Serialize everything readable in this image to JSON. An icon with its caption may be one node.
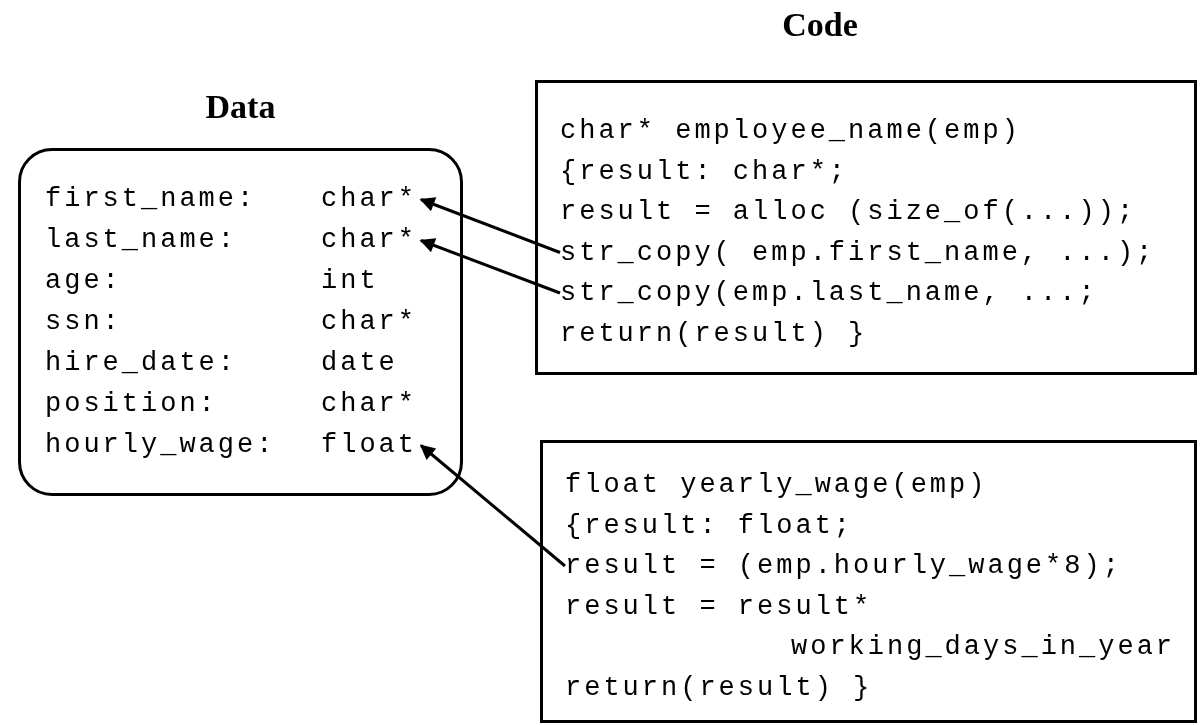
{
  "diagram": {
    "nodes": [
      {
        "text": [
          "Data"
        ]
      },
      {
        "text": [
          "first_name:",
          "char*"
        ],
        "in": 0
      },
      {
        "text": [
          "last_name:",
          "char*"
        ],
        "in": 0
      },
      {
        "text": [
          "age:",
          "int"
        ],
        "in": 0
      },
      {
        "text": [
          "ssn:",
          "char*"
        ],
        "in": 0
      },
      {
        "text": [
          "hire_date:",
          "date"
        ],
        "in": 0
      },
      {
        "text": [
          "position:",
          "char*"
        ],
        "in": 0
      },
      {
        "text": [
          "hourly_wage:",
          "float"
        ],
        "in": 0
      },
      {
        "text": [],
        "shape": "box"
      },
      {
        "text": [
          "char* employee_name(emp)"
        ],
        "in": 8
      },
      {
        "text": [
          "{result: char*;"
        ],
        "in": 8
      },
      {
        "text": [
          "result = alloc (size_of(...));"
        ],
        "in": 8
      },
      {
        "text": [
          "str_copy( emp.first_name, ...);"
        ],
        "in": 8
      },
      {
        "text": [
          "str_copy(emp.last_name, ...;"
        ],
        "in": 8
      },
      {
        "text": [
          "return(result) }"
        ],
        "in": 8
      },
      {
        "text": [],
        "shape": "box"
      },
      {
        "text": [
          "float yearly_wage(emp)"
        ],
        "in": 15
      },
      {
        "text": [
          "{result: float;"
        ],
        "in": 15
      },
      {
        "text": [
          "result = (emp.hourly_wage*8);"
        ],
        "in": 15
      },
      {
        "text": [
          "result = result*"
        ],
        "in": 15
      },
      {
        "text": [
          "working_days_in_year"
        ],
        "in": 15
      },
      {
        "text": [
          "return(result) }"
        ],
        "in": 15
      }
    ],
    "edges": [
      {
        "from": 12,
        "to": 1,
        "arrow": "to"
      },
      {
        "from": 13,
        "to": 2,
        "arrow": "to"
      },
      {
        "from": 18,
        "to": 7,
        "arrow": "to"
      }
    ],
    "labels": [
      "Code"
    ]
  }
}
